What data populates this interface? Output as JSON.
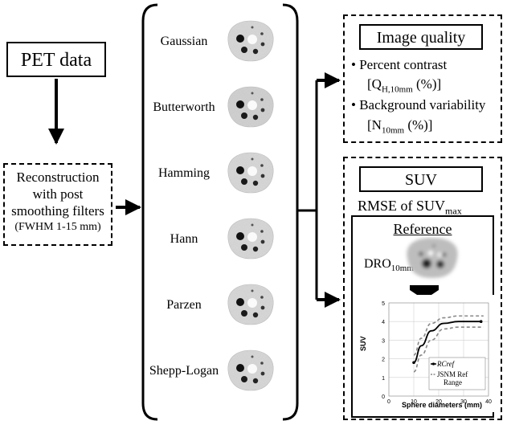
{
  "colors": {
    "ink": "#000000",
    "phantom_bg": "#ffffff",
    "phantom_body": "#d8d8d8",
    "curve_main": "#000000",
    "curve_range": "#888888"
  },
  "input": {
    "label": "PET data"
  },
  "reconstruction": {
    "line1": "Reconstruction",
    "line2": "with post",
    "line3": "smoothing filters",
    "line4": "(FWHM 1-15 mm)"
  },
  "filters": [
    {
      "name": "Gaussian",
      "icon": "phantom-image"
    },
    {
      "name": "Butterworth",
      "icon": "phantom-image"
    },
    {
      "name": "Hamming",
      "icon": "phantom-image"
    },
    {
      "name": "Hann",
      "icon": "phantom-image"
    },
    {
      "name": "Parzen",
      "icon": "phantom-image"
    },
    {
      "name": "Shepp-Logan",
      "icon": "phantom-image"
    }
  ],
  "image_quality": {
    "title": "Image quality",
    "bullet1": "Percent contrast",
    "metric1_main": "[Q",
    "metric1_sub": "H,10mm",
    "metric1_tail": " (%)]",
    "bullet2": "Background variability",
    "metric2_main": "[N",
    "metric2_sub": "10mm",
    "metric2_tail": " (%)]"
  },
  "suv": {
    "title": "SUV",
    "rmse_main": "RMSE of SUV",
    "rmse_sub": "max",
    "reference": "Reference",
    "dro_main": "DRO",
    "dro_sub": "10mm"
  },
  "chart_data": {
    "type": "line",
    "title": "",
    "xlabel": "Sphere diameters (mm)",
    "ylabel": "SUV",
    "xlim": [
      0,
      40
    ],
    "ylim": [
      0,
      5
    ],
    "xticks": [
      "0",
      "10",
      "20",
      "30",
      "40"
    ],
    "yticks": [
      "0",
      "1",
      "2",
      "3",
      "4",
      "5"
    ],
    "grid": true,
    "legend_position": "bottom-right",
    "series": [
      {
        "name": "RCref",
        "style": "solid-marker",
        "x": [
          10,
          13,
          17,
          22,
          28,
          37
        ],
        "y": [
          1.8,
          2.7,
          3.5,
          3.9,
          4.0,
          4.0
        ]
      },
      {
        "name": "JSNM Ref",
        "style": "dashed",
        "x": [
          10,
          13,
          17,
          22,
          28,
          38
        ],
        "y": [
          2.2,
          3.1,
          3.9,
          4.2,
          4.3,
          4.3
        ]
      },
      {
        "name": "",
        "style": "dashed",
        "x": [
          10,
          13,
          17,
          22,
          28,
          38
        ],
        "y": [
          1.3,
          2.2,
          3.0,
          3.6,
          3.7,
          3.7
        ]
      }
    ],
    "legend": {
      "item1": "RCref",
      "item2_line1": "JSNM Ref",
      "item2_line2": "Range"
    }
  }
}
